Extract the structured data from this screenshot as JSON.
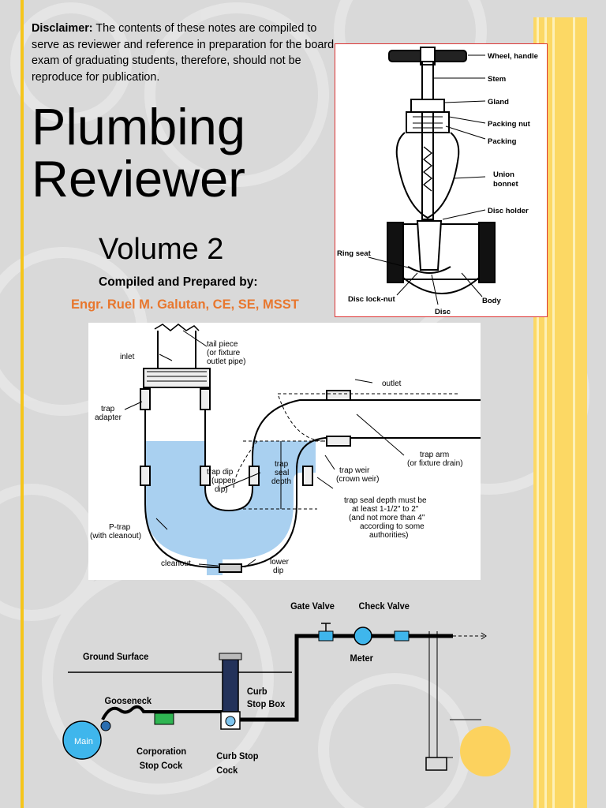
{
  "disclaimer": {
    "label": "Disclaimer:",
    "text": " The contents of these notes are compiled to serve as reviewer and reference in preparation for the board exam of graduating students, therefore, should not be reproduce for publication."
  },
  "title": {
    "line1": "Plumbing",
    "line2": "Reviewer"
  },
  "volume": "Volume 2",
  "compiled_by": "Compiled and Prepared by:",
  "author": "Engr. Ruel M. Galutan, CE, SE, MSST",
  "colors": {
    "accent_yellow": "#f5c51b",
    "author_orange": "#e8772e",
    "water_blue": "#a9d0f0",
    "frame_red": "#dd3333"
  },
  "valve_diagram": {
    "labels": {
      "wheel": "Wheel, handle",
      "stem": "Stem",
      "gland": "Gland",
      "packing_nut": "Packing nut",
      "packing": "Packing",
      "union_bonnet_1": "Union",
      "union_bonnet_2": "bonnet",
      "disc_holder": "Disc holder",
      "ring_seat": "Ring seat",
      "disc_lock_nut": "Disc lock-nut",
      "body": "Body",
      "disc": "Disc"
    }
  },
  "trap_diagram": {
    "labels": {
      "inlet": "inlet",
      "tail_piece_1": "tail piece",
      "tail_piece_2": "(or fixture",
      "tail_piece_3": "outlet pipe)",
      "trap_adapter_1": "trap",
      "trap_adapter_2": "adapter",
      "outlet": "outlet",
      "trap_dip_1": "trap dip",
      "trap_dip_2": "(upper",
      "trap_dip_3": "dip)",
      "seal_depth_1": "trap",
      "seal_depth_2": "seal",
      "seal_depth_3": "depth",
      "trap_weir_1": "trap weir",
      "trap_weir_2": "(crown weir)",
      "trap_arm_1": "trap arm",
      "trap_arm_2": "(or fixture drain)",
      "note_1": "trap seal depth must be",
      "note_2": "at least 1-1/2\" to 2\"",
      "note_3": "(and not more than 4\"",
      "note_4": "according to some",
      "note_5": "authorities)",
      "ptrap_1": "P-trap",
      "ptrap_2": "(with cleanout)",
      "cleanout": "cleanout",
      "lower_dip_1": "lower",
      "lower_dip_2": "dip"
    }
  },
  "service_diagram": {
    "labels": {
      "gate_valve": "Gate Valve",
      "check_valve": "Check Valve",
      "meter": "Meter",
      "ground_surface": "Ground Surface",
      "curb_box_1": "Curb",
      "curb_box_2": "Stop Box",
      "gooseneck": "Gooseneck",
      "main": "Main",
      "corporation_1": "Corporation",
      "corporation_2": "Stop Cock",
      "curb_cock_1": "Curb Stop",
      "curb_cock_2": "Cock"
    }
  }
}
